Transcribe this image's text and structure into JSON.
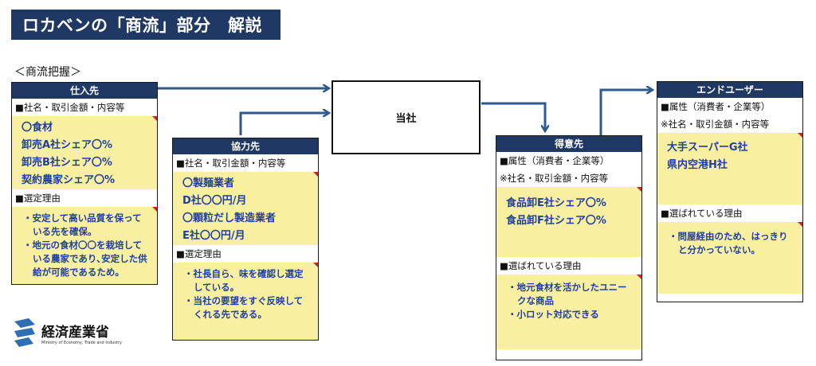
{
  "title": "ロカベンの「商流」部分　解説",
  "section_label": "＜商流把握＞",
  "center": "当社",
  "suppliers": {
    "head": "仕入先",
    "row1": "■社名・取引金額・内容等",
    "items": [
      "〇食材",
      "卸売A社シェア〇%",
      "卸売B社シェア〇%",
      "契約農家シェア〇%"
    ],
    "row2": "■選定理由",
    "reasons": [
      "・安定して高い品質を保っている先を確保。",
      "・地元の食材〇〇を栽培している農家であり､安定した供給が可能であるため。"
    ]
  },
  "partners": {
    "head": "協力先",
    "row1": "■社名・取引金額・内容等",
    "items": [
      "〇製麺業者",
      "D社〇〇円/月",
      "〇顆粒だし製造業者",
      "E社〇〇円/月"
    ],
    "row2": "■選定理由",
    "reasons": [
      "・社長自ら、味を確認し選定している。",
      "・当社の要望をすぐ反映してくれる先である。"
    ]
  },
  "customers": {
    "head": "得意先",
    "row1": "■属性（消費者・企業等）",
    "row1b": "※社名・取引金額・内容等",
    "items": [
      "食品卸E社シェア〇%",
      "食品卸F社シェア〇%"
    ],
    "row2": "■選ばれている理由",
    "reasons": [
      "・地元食材を活かしたユニークな商品",
      "・小ロット対応できる"
    ]
  },
  "endusers": {
    "head": "エンドユーザー",
    "row1": "■属性（消費者・企業等）",
    "row1b": "※社名・取引金額・内容等",
    "items": [
      "大手スーパーG社",
      "県内空港H社"
    ],
    "row2": "■選ばれている理由",
    "reasons": [
      "・問屋経由のため、はっきりと分かっていない。"
    ]
  },
  "logo": {
    "name": "経済産業省",
    "sub": "Ministry of Economy, Trade and Industry"
  },
  "colors": {
    "navy": "#1f3864",
    "note": "#f8f0a0",
    "text_blue": "#1e3fa0",
    "arrow": "#2e5a8c"
  }
}
